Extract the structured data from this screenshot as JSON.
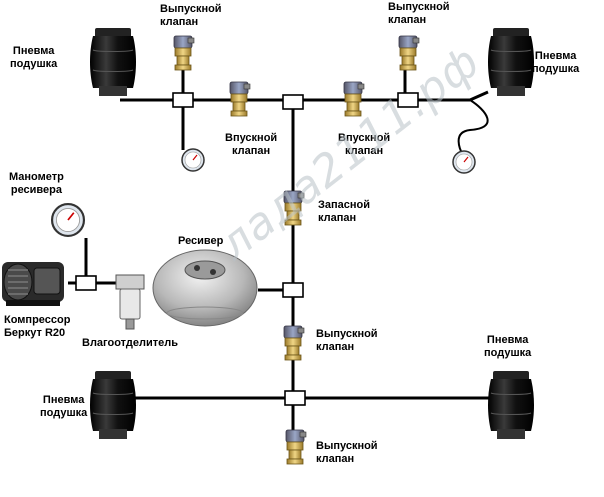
{
  "labels": {
    "bag_top_left": [
      "Пневма",
      "подушка"
    ],
    "bag_top_right": [
      "Пневма",
      "подушка"
    ],
    "bag_bottom_left": [
      "Пневма",
      "подушка"
    ],
    "bag_bottom_right": [
      "Пневма",
      "подушка"
    ],
    "exhaust_top_left": [
      "Выпускной",
      "клапан"
    ],
    "exhaust_top_right": [
      "Выпускной",
      "клапан"
    ],
    "intake_left": [
      "Впускной",
      "клапан"
    ],
    "intake_right": [
      "Впускной",
      "клапан"
    ],
    "spare_valve": [
      "Запасной",
      "клапан"
    ],
    "receiver_gauge": [
      "Манометр",
      "ресивера"
    ],
    "receiver": "Ресивер",
    "compressor": [
      "Компрессор",
      "Беркут R20"
    ],
    "water_separator": "Влагоотделитель",
    "exhaust_mid": [
      "Выпускной",
      "клапан"
    ],
    "exhaust_bottom": [
      "Выпускной",
      "клапан"
    ]
  },
  "watermark": "лада2111.рф",
  "colors": {
    "pipe": "#000000",
    "valve_body": "#7a86a8",
    "valve_brass": "#d3b25a",
    "bag": "#1a1a1a"
  }
}
